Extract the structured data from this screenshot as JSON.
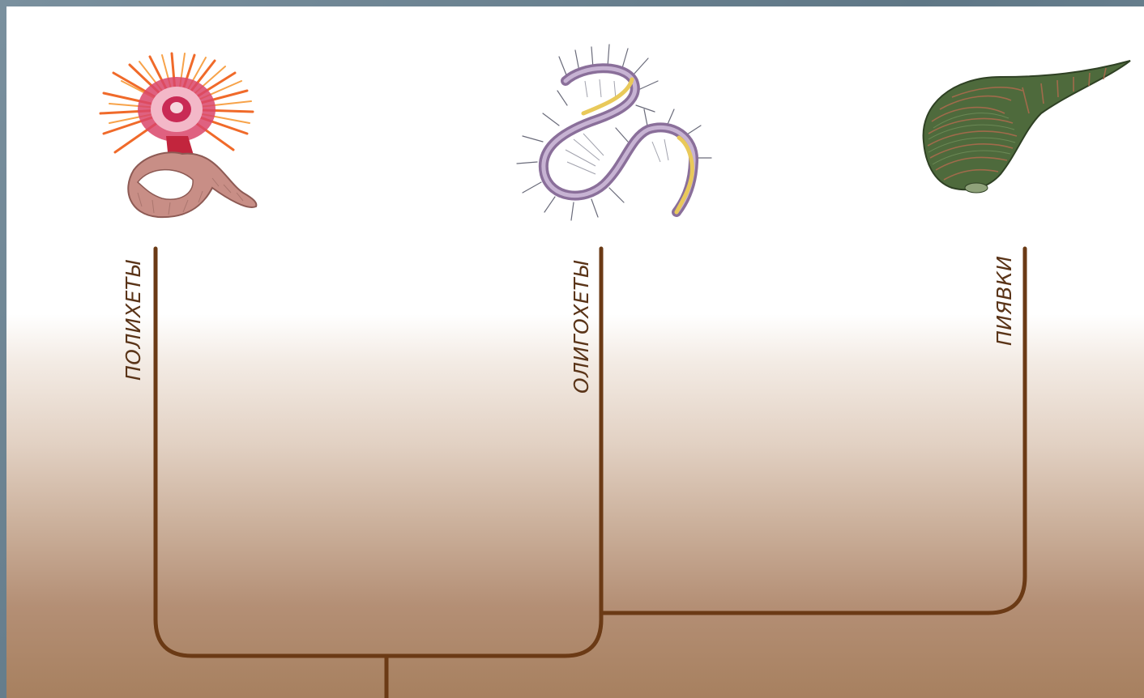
{
  "taxa": [
    {
      "id": "polychaeta",
      "label": "ПОЛИХЕТЫ",
      "illustration": "fan-worm"
    },
    {
      "id": "oligochaeta",
      "label": "ОЛИГОХЕТЫ",
      "illustration": "bristle-worm"
    },
    {
      "id": "hirudinea",
      "label": "ПИЯВКИ",
      "illustration": "leech"
    }
  ],
  "colors": {
    "branch": "#6b3a15",
    "label": "#5a3418",
    "background_top": "#ffffff",
    "background_bottom": "#a7805f",
    "frame": "#6f8796"
  }
}
